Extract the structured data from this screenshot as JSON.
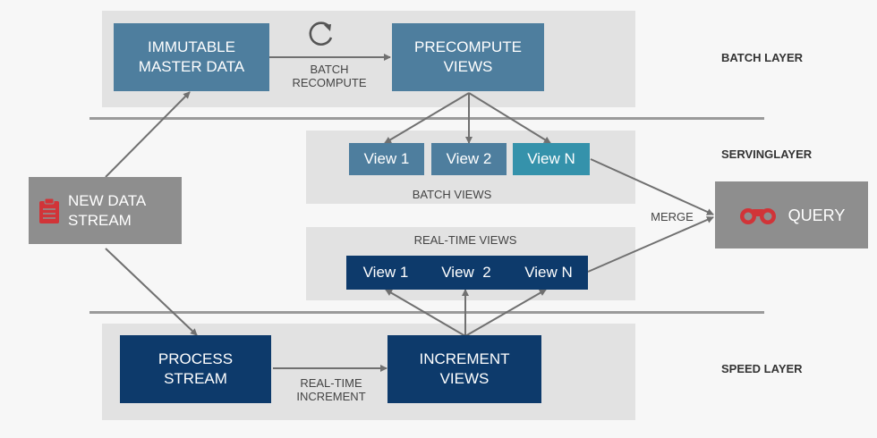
{
  "batch_layer": {
    "label": "BATCH LAYER",
    "master_data": "IMMUTABLE\nMASTER DATA",
    "recompute_label": "BATCH\nRECOMPUTE",
    "precompute_views": "PRECOMPUTE\nVIEWS"
  },
  "serving_layer": {
    "label": "SERVINGLAYER",
    "batch_views": [
      "View 1",
      "View 2",
      "View N"
    ],
    "batch_views_label": "BATCH VIEWS",
    "realtime_views_label": "REAL-TIME VIEWS",
    "realtime_views": [
      "View 1",
      "View  2",
      "View N"
    ],
    "merge_label": "MERGE"
  },
  "speed_layer": {
    "label": "SPEED LAYER",
    "process_stream": "PROCESS\nSTREAM",
    "increment_label": "REAL-TIME\nINCREMENT",
    "increment_views": "INCREMENT\nVIEWS"
  },
  "new_data_stream": "NEW DATA\nSTREAM",
  "query": "QUERY",
  "icons": {
    "recompute": "refresh-icon",
    "data_stream": "clipboard-icon",
    "query": "binoculars-icon"
  },
  "colors": {
    "batch_box": "#4e7e9e",
    "speed_box": "#0d3a6b",
    "highlight_view": "#3592ab",
    "icon_red": "#d13438",
    "band": "#e2e2e2"
  }
}
